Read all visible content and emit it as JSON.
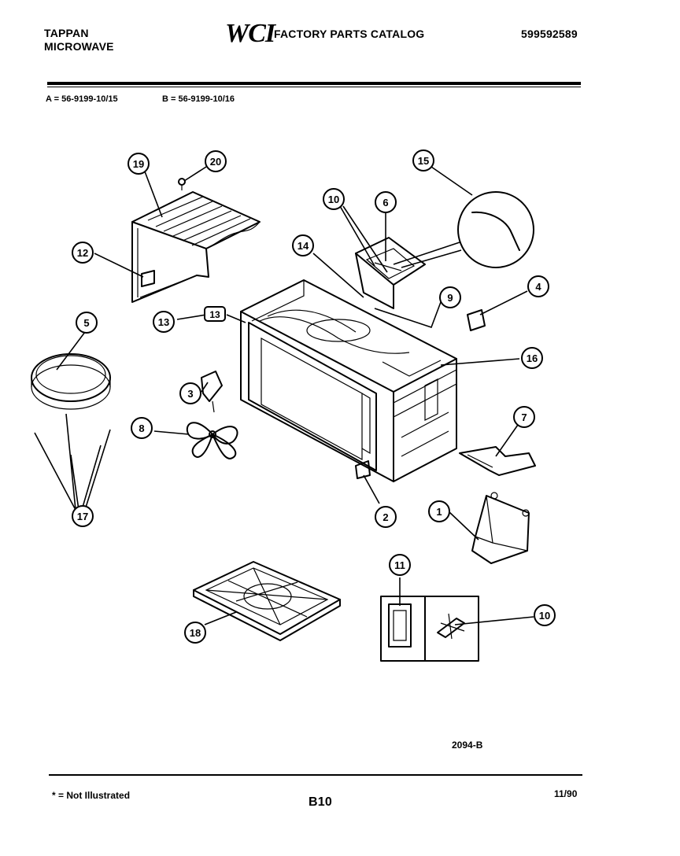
{
  "header": {
    "brand_line1": "TAPPAN",
    "brand_line2": "MICROWAVE",
    "logo": "WCI",
    "catalog_title": "FACTORY PARTS CATALOG",
    "catalog_number": "599592589"
  },
  "models": {
    "a": "A = 56-9199-10/15",
    "b": "B = 56-9199-10/16"
  },
  "callouts": [
    {
      "label": "19"
    },
    {
      "label": "20"
    },
    {
      "label": "12"
    },
    {
      "label": "13"
    },
    {
      "label": "5"
    },
    {
      "label": "3"
    },
    {
      "label": "8"
    },
    {
      "label": "17"
    },
    {
      "label": "10"
    },
    {
      "label": "6"
    },
    {
      "label": "14"
    },
    {
      "label": "9"
    },
    {
      "label": "15"
    },
    {
      "label": "4"
    },
    {
      "label": "16"
    },
    {
      "label": "7"
    },
    {
      "label": "2"
    },
    {
      "label": "1"
    },
    {
      "label": "11"
    },
    {
      "label": "10"
    },
    {
      "label": "18"
    }
  ],
  "part_tag": "13",
  "drawing_number": "2094-B",
  "footer": {
    "note": "* = Not Illustrated",
    "page": "B10",
    "date": "11/90"
  }
}
